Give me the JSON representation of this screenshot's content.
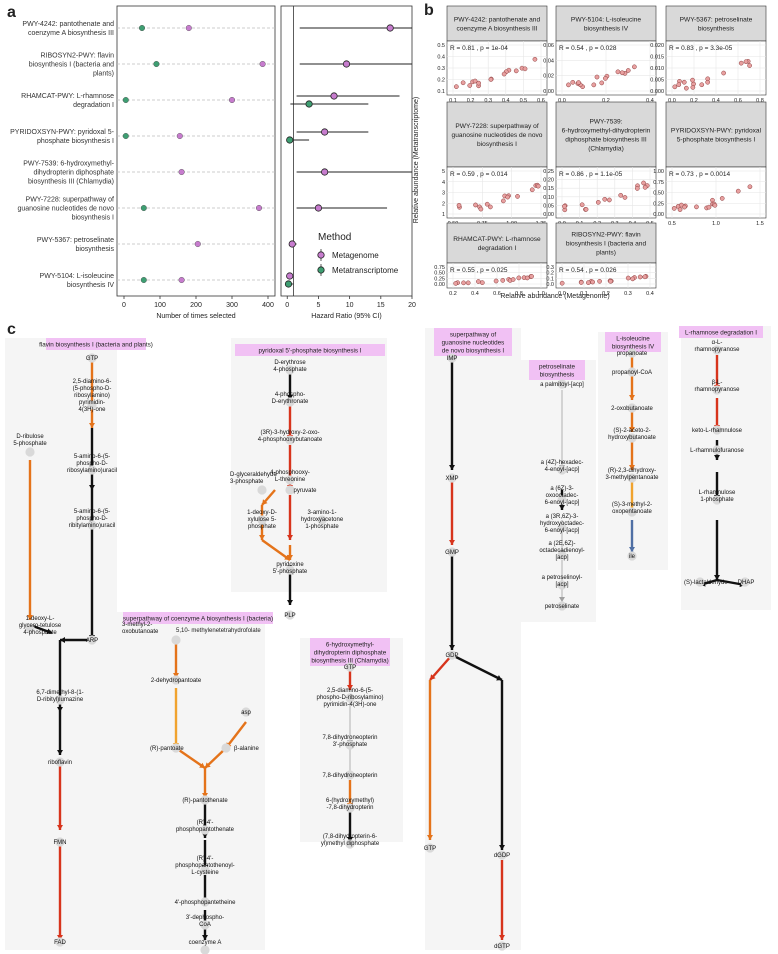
{
  "panel_labels": {
    "a": "a",
    "b": "b",
    "c": "c"
  },
  "panel_a": {
    "pathways": [
      "PWY-4242: pantothenate and coenzyme A biosynthesis III",
      "RIBOSYN2-PWY: flavin biosynthesis I (bacteria and plants)",
      "RHAMCAT-PWY: L-rhamnose degradation I",
      "PYRIDOXSYN-PWY: pyridoxal 5-phosphate biosynthesis I",
      "PWY-7539: 6-hydroxymethyl-dihydropterin diphosphate biosynthesis III (Chlamydia)",
      "PWY-7228: superpathway of guanosine nucleotides de novo biosynthesis I",
      "PWY-5367: petroselinate biosynthesis",
      "PWY-5104: L-isoleucine biosynthesis IV"
    ],
    "label_lines": [
      [
        "PWY-4242: pantothenate and",
        "coenzyme A biosynthesis III"
      ],
      [
        "RIBOSYN2-PWY: flavin",
        "biosynthesis I (bacteria and",
        "plants)"
      ],
      [
        "RHAMCAT-PWY: L-rhamnose",
        "degradation I"
      ],
      [
        "PYRIDOXSYN-PWY: pyridoxal 5-",
        "phosphate biosynthesis I"
      ],
      [
        "PWY-7539: 6-hydroxymethyl-",
        "dihydropterin diphosphate",
        "biosynthesis III (Chlamydia)"
      ],
      [
        "PWY-7228: superpathway of",
        "guanosine nucleotides de novo",
        "biosynthesis I"
      ],
      [
        "PWY-5367: petroselinate",
        "biosynthesis"
      ],
      [
        "PWY-5104: L-isoleucine",
        "biosynthesis IV"
      ]
    ],
    "selection": {
      "xlabel": "Number of times selected",
      "xlim": [
        0,
        400
      ],
      "ticks": [
        0,
        100,
        200,
        300,
        400
      ],
      "metagenome": [
        180,
        385,
        300,
        155,
        160,
        375,
        205,
        160
      ],
      "metatranscriptome": [
        50,
        90,
        5,
        5,
        null,
        55,
        null,
        55
      ]
    },
    "hazard": {
      "xlabel": "Hazard Ratio (95% CI)",
      "xlim": [
        -1,
        20
      ],
      "ticks": [
        0,
        5,
        10,
        15,
        20
      ],
      "metagenome": [
        {
          "hr": 16.5,
          "lo": 2,
          "hi": 20
        },
        {
          "hr": 9.5,
          "lo": 2,
          "hi": 20
        },
        {
          "hr": 7.5,
          "lo": 1.5,
          "hi": 18
        },
        {
          "hr": 6,
          "lo": 1.5,
          "hi": 13
        },
        {
          "hr": 6,
          "lo": 1.5,
          "hi": 20
        },
        {
          "hr": 5,
          "lo": 1.5,
          "hi": 16
        },
        {
          "hr": 0.8,
          "lo": 0.3,
          "hi": 1.5
        },
        {
          "hr": 0.4,
          "lo": 0.1,
          "hi": 0.9
        }
      ],
      "metatranscriptome": [
        null,
        null,
        {
          "hr": 3.5,
          "lo": 0.5,
          "hi": 13
        },
        {
          "hr": 0.4,
          "lo": 0.1,
          "hi": 3.5
        },
        null,
        null,
        null,
        {
          "hr": 0.2,
          "lo": 0.05,
          "hi": 1
        }
      ]
    },
    "legend": {
      "title": "Method",
      "items": [
        "Metagenome",
        "Metatranscriptome"
      ]
    }
  },
  "panel_b": {
    "xlabel": "Relative abundance (Metagenome)",
    "ylabel": "Relative abundance (Metatranscriptome)",
    "facets": [
      {
        "title": [
          "PWY-4242: pantothenate and",
          "coenzyme A biosynthesis III"
        ],
        "stat": "R = 0.81 , p = 1e-04",
        "xticks": [
          "0.1",
          "0.2",
          "0.3",
          "0.4",
          "0.5",
          "0.6"
        ],
        "yticks": [
          "0.1",
          "0.2",
          "0.3",
          "0.4",
          "0.5"
        ]
      },
      {
        "title": [
          "PWY-5104: L-isoleucine",
          "biosynthesis IV"
        ],
        "stat": "R = 0.54 , p = 0.028",
        "xticks": [
          "0.0",
          "0.2",
          "0.4"
        ],
        "yticks": [
          "0.00",
          "0.02",
          "0.04",
          "0.06"
        ]
      },
      {
        "title": [
          "PWY-5367: petroselinate",
          "biosynthesis"
        ],
        "stat": "R = 0.83 , p = 3.3e-05",
        "xticks": [
          "0.0",
          "0.2",
          "0.4",
          "0.6",
          "0.8"
        ],
        "yticks": [
          "0.000",
          "0.005",
          "0.010",
          "0.015",
          "0.020"
        ]
      },
      {
        "title": [
          "PWY-7228: superpathway of",
          "guanosine nucleotides de novo",
          "biosynthesis I"
        ],
        "stat": "R = 0.59 , p = 0.014",
        "xticks": [
          "0.50",
          "0.75",
          "1.00",
          "1.25"
        ],
        "yticks": [
          "1",
          "2",
          "3",
          "4",
          "5"
        ]
      },
      {
        "title": [
          "PWY-7539:",
          "6-hydroxymethyl-dihydropterin",
          "diphosphate biosynthesis III",
          "(Chlamydia)"
        ],
        "stat": "R = 0.86 , p = 1.1e-05",
        "xticks": [
          "0.0",
          "0.1",
          "0.2",
          "0.3",
          "0.4",
          "0.5"
        ],
        "yticks": [
          "0.00",
          "0.05",
          "0.10",
          "0.15",
          "0.20",
          "0.25"
        ]
      },
      {
        "title": [
          "PYRIDOXSYN-PWY: pyridoxal",
          "5-phosphate biosynthesis I"
        ],
        "stat": "R = 0.73 , p = 0.0014",
        "xticks": [
          "0.5",
          "1.0",
          "1.5"
        ],
        "yticks": [
          "0.00",
          "0.25",
          "0.50",
          "0.75",
          "1.00"
        ]
      },
      {
        "title": [
          "RHAMCAT-PWY: L-rhamnose",
          "degradation I"
        ],
        "stat": "R = 0.55 , p = 0.025",
        "xticks": [
          "0.2",
          "0.4",
          "0.6",
          "0.8",
          "1.0"
        ],
        "yticks": [
          "0.00",
          "0.25",
          "0.50",
          "0.75"
        ]
      },
      {
        "title": [
          "RIBOSYN2-PWY: flavin",
          "biosynthesis I (bacteria and",
          "plants)"
        ],
        "stat": "R = 0.54 , p = 0.026",
        "xticks": [
          "0.0",
          "0.1",
          "0.2",
          "0.3",
          "0.4"
        ],
        "yticks": [
          "0.0",
          "0.1",
          "0.2",
          "0.3"
        ]
      }
    ]
  },
  "panel_c": {
    "flavin": {
      "title": "flavin biosynthesis I (bacteria and plants)",
      "nodes": [
        "GTP",
        "2,5-diamino-6-|(5-phospho-D-|ribosylamino)|pyrimidin-|4(3H)-one",
        "5-amino-6-(5-|phospho-D-|ribosylamino)uracil",
        "5-amino-6-(5-|phospho-D-|ribitylamino)uracil",
        "D-ribulose|5-phosphate",
        "1-deoxy-L-|glycero-tetulose|4-phosphate",
        "ARP",
        "6,7-dimethyl-8-(1-|D-ribityl)lumazine",
        "riboflavin",
        "FMN",
        "FAD"
      ]
    },
    "coa": {
      "title": "superpathway of coenzyme A biosynthesis I (bacteria)",
      "nodes": [
        "3-methyl-2-|oxobutanoate",
        "5,10-|methylenetetrahydrofolate",
        "2-dehydropantoate",
        "asp",
        "(R)-pantoate",
        "β-alanine",
        "(R)-pantothenate",
        "(R)-4'-|phosphopantothenate",
        "(R)-4'-|phosphopantothenoyl-|L-cysteine",
        "4'-phosphopantetheine",
        "3'-dephospho-|CoA",
        "coenzyme A"
      ]
    },
    "pyridoxal": {
      "title": "pyridoxal 5'-phosphate biosynthesis I",
      "nodes": [
        "D-erythrose|4-phosphate",
        "4-phospho-|D-erythronate",
        "(3R)-3-hydroxy-2-oxo-|4-phosphooxybutanoate",
        "4-phosphooxy-|L-threonine",
        "D-glyceraldehyde|3-phosphate",
        "pyruvate",
        "1-deoxy-D-|xylulose 5-|phosphate",
        "3-amino-1-|hydroxyacetone|1-phosphate",
        "pyridoxine|5'-phosphate",
        "PLP"
      ]
    },
    "pterin": {
      "title": "6-hydroxymethyl-|dihydropterin diphosphate|biosynthesis III (Chlamydia)",
      "nodes": [
        "GTP",
        "2,5-diamino-6-(5-|phospho-D-ribosylamino)|pyrimidin-4(3H)-one",
        "7,8-dihydroneopterin|3'-phosphate",
        "7,8-dihydroneopterin",
        "6-(hydroxymethyl)|-7,8-dihydropterin",
        "(7,8-dihydropterin-6-|yl)methyl diphosphate"
      ]
    },
    "guanosine": {
      "title": "superpathway of|guanosine nucleotides|de novo biosynthesis I",
      "nodes": [
        "IMP",
        "XMP",
        "GMP",
        "GDP",
        "GTP",
        "dGDP",
        "dGTP"
      ]
    },
    "petroselinate": {
      "title": "petroselinate|biosynthesis",
      "nodes": [
        "a palmitoyl-[acp]",
        "a (4Z)-hexadec-|4-enoyl-[acp]",
        "a (6Z)-3-|oxooctadec-|6-enoyl-[acp]",
        "a (3R,6Z)-3-|hydroxyoctadec-|6-enoyl-[acp]",
        "a (2E,6Z)-|octadecadienoyl-|[acp]",
        "a petroselinoyl-|[acp]",
        "petroselinate"
      ]
    },
    "isoleucine": {
      "title": "L-isoleucine|biosynthesis IV",
      "nodes": [
        "propanoate",
        "propanoyl-CoA",
        "2-oxobutanoate",
        "(S)-2-aceto-2-|hydroxybutanoate",
        "(R)-2,3-dihydroxy-|3-methylpentanoate",
        "(S)-3-methyl-2-|oxopentanoate",
        "ile"
      ]
    },
    "rhamnose": {
      "title": "L-rhamnose degradation I",
      "nodes": [
        "α-L-|rhamnopyranose",
        "β-L-|rhamnopyranose",
        "keto-L-rhamnulose",
        "L-rhamnulofuranose",
        "L-rhamnulose|1-phosphate",
        "(S)-lactaldehyde",
        "DHAP"
      ]
    }
  },
  "colors": {
    "metagenome": "#c77cce",
    "metatranscriptome": "#3e9e72",
    "red": "#d7341c",
    "orange": "#e4731a",
    "lightorange": "#f0a32e",
    "blue": "#4f6fa4",
    "black": "#111111",
    "gray": "#a0a0a0",
    "nodefill": "#d9d9d9",
    "pinkbox": "#f1c1f4",
    "panelbg": "#f5f5f5",
    "stripbg": "#d9d9d9",
    "pointfill": "#e8a0a0",
    "pointstroke": "#8a3a3a"
  }
}
